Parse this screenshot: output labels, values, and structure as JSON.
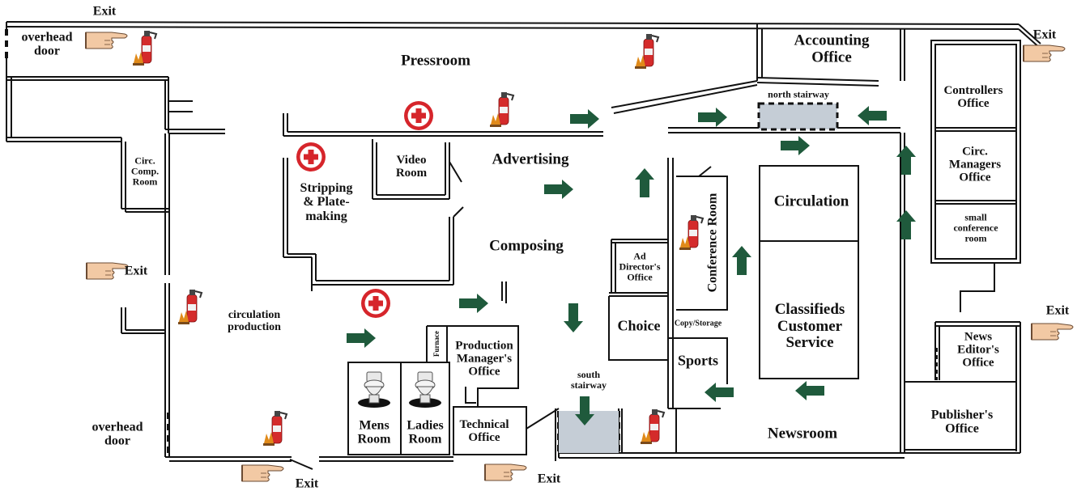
{
  "colors": {
    "wall": "#111111",
    "arrow": "#1f5a3c",
    "stair_fill": "#c5cdd6",
    "first_aid_red": "#d6252b",
    "extinguisher_red": "#d42b2b"
  },
  "rooms": {
    "pressroom": "Pressroom",
    "accounting_office": "Accounting\nOffice",
    "north_stairway": "north stairway",
    "controllers_office": "Controllers\nOffice",
    "circ_managers_office": "Circ.\nManagers\nOffice",
    "small_conference_room": "small\nconference\nroom",
    "circ_comp_room": "Circ.\nComp.\nRoom",
    "video_room": "Video\nRoom",
    "advertising": "Advertising",
    "stripping_platemaking": "Stripping\n& Plate-\nmaking",
    "composing": "Composing",
    "conference_room": "Conference Room",
    "circulation": "Circulation",
    "ad_directors_office": "Ad\nDirector's\nOffice",
    "choice": "Choice",
    "copy_storage": "Copy/Storage",
    "classifieds_customer_service": "Classifieds\nCustomer\nService",
    "circulation_production": "circulation\nproduction",
    "furnace": "Furnace",
    "production_managers_office": "Production\nManager's\nOffice",
    "south_stairway": "south\nstairway",
    "sports": "Sports",
    "news_editors_office": "News\nEditor's\nOffice",
    "mens_room": "Mens\nRoom",
    "ladies_room": "Ladies\nRoom",
    "technical_office": "Technical\nOffice",
    "publishers_office": "Publisher's\nOffice",
    "newsroom": "Newsroom",
    "overhead_door_top": "overhead\ndoor",
    "overhead_door_bottom": "overhead\ndoor"
  },
  "exits": {
    "top_left": "Exit",
    "top_right": "Exit",
    "left_middle": "Exit",
    "right_middle": "Exit",
    "bottom_left": "Exit",
    "bottom_middle": "Exit"
  },
  "icons": {
    "exit_marker": "pointing-hand-icon",
    "fire_extinguisher": "fire-extinguisher-icon",
    "first_aid": "first-aid-cross-icon",
    "toilet": "toilet-icon",
    "route_arrow": "evacuation-arrow-icon"
  }
}
